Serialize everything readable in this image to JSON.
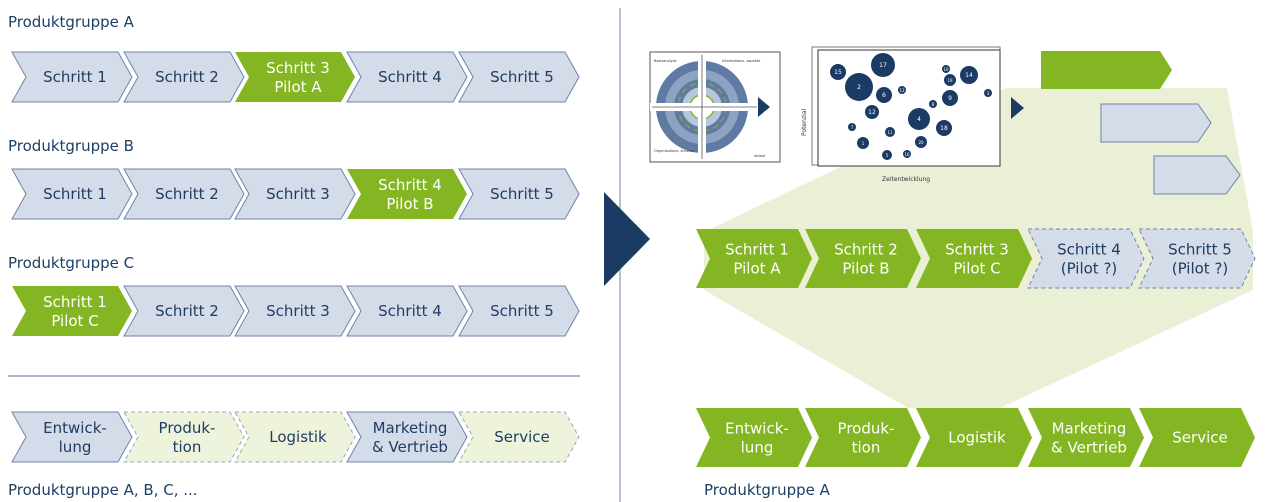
{
  "left": {
    "groups": [
      {
        "label": "Produktgruppe A",
        "steps": [
          {
            "lines": [
              "Schritt 1"
            ],
            "style": "blue"
          },
          {
            "lines": [
              "Schritt 2"
            ],
            "style": "blue"
          },
          {
            "lines": [
              "Schritt 3",
              "Pilot A"
            ],
            "style": "green"
          },
          {
            "lines": [
              "Schritt 4"
            ],
            "style": "blue"
          },
          {
            "lines": [
              "Schritt 5"
            ],
            "style": "blue"
          }
        ]
      },
      {
        "label": "Produktgruppe B",
        "steps": [
          {
            "lines": [
              "Schritt 1"
            ],
            "style": "blue"
          },
          {
            "lines": [
              "Schritt 2"
            ],
            "style": "blue"
          },
          {
            "lines": [
              "Schritt 3"
            ],
            "style": "blue"
          },
          {
            "lines": [
              "Schritt 4",
              "Pilot B"
            ],
            "style": "green"
          },
          {
            "lines": [
              "Schritt 5"
            ],
            "style": "blue"
          }
        ]
      },
      {
        "label": "Produktgruppe C",
        "steps": [
          {
            "lines": [
              "Schritt 1",
              "Pilot C"
            ],
            "style": "green"
          },
          {
            "lines": [
              "Schritt 2"
            ],
            "style": "blue"
          },
          {
            "lines": [
              "Schritt 3"
            ],
            "style": "blue"
          },
          {
            "lines": [
              "Schritt 4"
            ],
            "style": "blue"
          },
          {
            "lines": [
              "Schritt 5"
            ],
            "style": "blue"
          }
        ]
      }
    ],
    "process": {
      "label": "Produktgruppe A, B, C, ...",
      "steps": [
        {
          "lines": [
            "Entwick-",
            "lung"
          ],
          "style": "blue"
        },
        {
          "lines": [
            "Produk-",
            "tion"
          ],
          "style": "pale-dashed"
        },
        {
          "lines": [
            "Logistik"
          ],
          "style": "pale-dashed"
        },
        {
          "lines": [
            "Marketing",
            "& Vertrieb"
          ],
          "style": "blue"
        },
        {
          "lines": [
            "Service"
          ],
          "style": "pale-dashed"
        }
      ]
    }
  },
  "right": {
    "portfolio": {
      "corner_labels": [
        "Basisanalyse",
        "Informations- aspekte",
        "Organisations- struktur",
        "Ablauf"
      ]
    },
    "bubble_chart": {
      "ylabel": "Potenzial",
      "xlabel": "Zeitentwicklung",
      "bubbles": [
        "15",
        "17",
        "2",
        "6",
        "13",
        "12",
        "7",
        "11",
        "1",
        "5",
        "16",
        "10",
        "19",
        "14",
        "3",
        "9",
        "8",
        "4",
        "18",
        "20"
      ]
    },
    "sequence": {
      "steps": [
        {
          "lines": [
            "Schritt 1",
            "Pilot A"
          ],
          "style": "green"
        },
        {
          "lines": [
            "Schritt 2",
            "Pilot B"
          ],
          "style": "green"
        },
        {
          "lines": [
            "Schritt 3",
            "Pilot C"
          ],
          "style": "green"
        },
        {
          "lines": [
            "Schritt 4",
            "(Pilot ?)"
          ],
          "style": "blue-dashed"
        },
        {
          "lines": [
            "Schritt 5",
            "(Pilot ?)"
          ],
          "style": "blue-dashed"
        }
      ]
    },
    "process": {
      "label": "Produktgruppe A",
      "steps": [
        {
          "lines": [
            "Entwick-",
            "lung"
          ],
          "style": "green"
        },
        {
          "lines": [
            "Produk-",
            "tion"
          ],
          "style": "green"
        },
        {
          "lines": [
            "Logistik"
          ],
          "style": "green"
        },
        {
          "lines": [
            "Marketing",
            "& Vertrieb"
          ],
          "style": "green"
        },
        {
          "lines": [
            "Service"
          ],
          "style": "green"
        }
      ]
    }
  },
  "colors": {
    "blue_fill": "#d4dbe9",
    "blue_stroke": "#6f83a8",
    "green_fill": "#84b522",
    "pale_fill": "#eef3dc",
    "pale_stroke": "#9aa8b8",
    "navy": "#1b3a64",
    "funnel": "#e9f0d6"
  }
}
